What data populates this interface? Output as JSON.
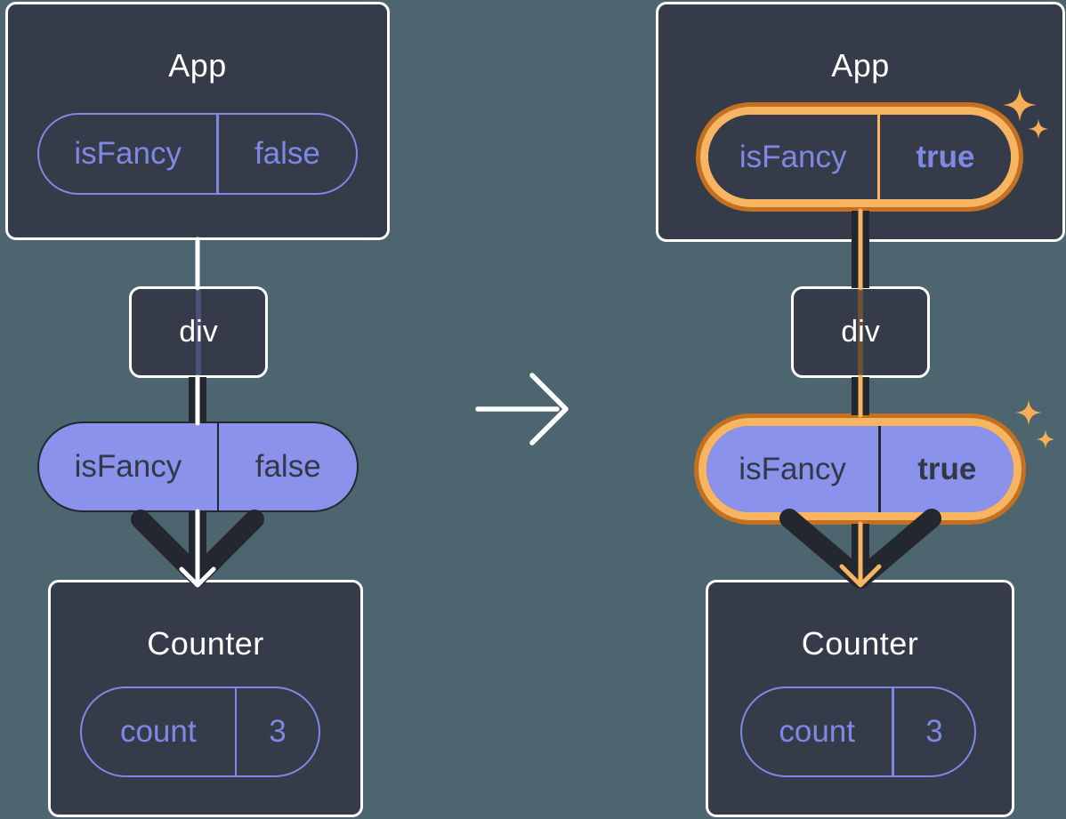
{
  "colors": {
    "background": "#4C656E",
    "card": "#353B48",
    "card_border": "#FFFFFF",
    "purple": "#7E89E5",
    "purple_fill": "#8A92EC",
    "dark": "#23272F",
    "text_dark": "#323846",
    "orange_dark": "#C4701F",
    "orange_light": "#F8B561",
    "sparkle": "#F6AE58",
    "white": "#FFFFFF"
  },
  "icons": {
    "transition": "arrow-right",
    "prop_flow": "arrow-down",
    "highlight": "sparkles"
  },
  "left": {
    "app": {
      "title": "App",
      "prop": {
        "name": "isFancy",
        "value": "false"
      }
    },
    "div_node": {
      "label": "div"
    },
    "passed_prop": {
      "name": "isFancy",
      "value": "false"
    },
    "counter": {
      "title": "Counter",
      "state": {
        "name": "count",
        "value": "3"
      }
    }
  },
  "right": {
    "app": {
      "title": "App",
      "prop": {
        "name": "isFancy",
        "value": "true"
      }
    },
    "div_node": {
      "label": "div"
    },
    "passed_prop": {
      "name": "isFancy",
      "value": "true"
    },
    "counter": {
      "title": "Counter",
      "state": {
        "name": "count",
        "value": "3"
      }
    }
  }
}
